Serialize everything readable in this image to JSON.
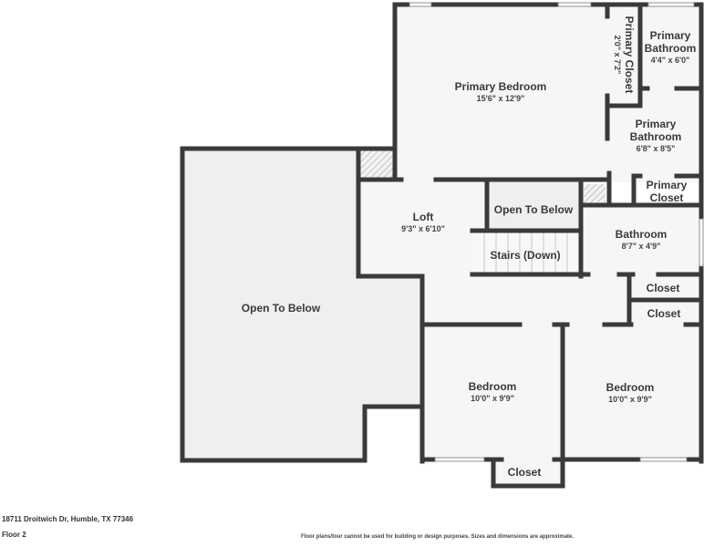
{
  "floor_plan": {
    "colors": {
      "wall": "#3a3a3a",
      "floor": "#f6f6f6",
      "open_to_below": "#efefef",
      "window": "#ffffff",
      "background": "#ffffff"
    },
    "rooms": [
      {
        "id": "primary-bedroom",
        "name": "Primary Bedroom",
        "dimensions": "15'6\" x 12'9\""
      },
      {
        "id": "primary-closet-1",
        "name": "Primary Closet",
        "dimensions": "2'0\" x 7'2\""
      },
      {
        "id": "primary-bathroom-1",
        "name": "Primary\nBathroom",
        "name_line1": "Primary",
        "name_line2": "Bathroom",
        "dimensions": "4'4\" x 6'0\""
      },
      {
        "id": "primary-bathroom-2",
        "name": "Primary\nBathroom",
        "name_line1": "Primary",
        "name_line2": "Bathroom",
        "dimensions": "6'8\" x 8'5\""
      },
      {
        "id": "primary-closet-2",
        "name_line1": "Primary",
        "name_line2": "Closet"
      },
      {
        "id": "loft",
        "name": "Loft",
        "dimensions": "9'3\" x 6'10\""
      },
      {
        "id": "open-to-below-small",
        "name": "Open To Below"
      },
      {
        "id": "stairs",
        "name": "Stairs (Down)"
      },
      {
        "id": "bathroom",
        "name": "Bathroom",
        "dimensions": "8'7\" x 4'9\""
      },
      {
        "id": "closet-1",
        "name": "Closet"
      },
      {
        "id": "closet-2",
        "name": "Closet"
      },
      {
        "id": "open-to-below-large",
        "name": "Open To Below"
      },
      {
        "id": "bedroom-1",
        "name": "Bedroom",
        "dimensions": "10'0\" x 9'9\""
      },
      {
        "id": "bedroom-2",
        "name": "Bedroom",
        "dimensions": "10'0\" x 9'9\""
      },
      {
        "id": "closet-3",
        "name": "Closet"
      }
    ]
  },
  "footer": {
    "address": "18711 Droitwich Dr, Humble, TX 77346",
    "floor": "Floor 2",
    "disclaimer": "Floor plans/tour cannot be used for building or design purposes. Sizes and dimensions are approximate."
  }
}
